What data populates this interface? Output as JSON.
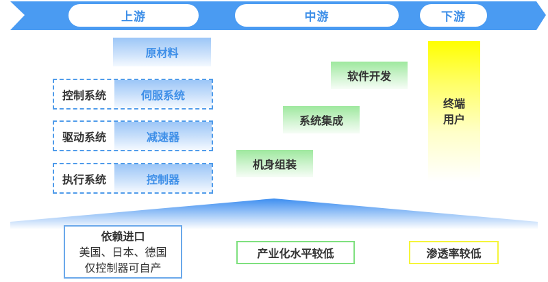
{
  "colors": {
    "ribbon_blue": "#4a9bf2",
    "stage_text_blue": "#3e8fe8",
    "upstream_border": "#4f9bea",
    "midstream_green": "#9ee89e",
    "downstream_yellow": "#ffff00",
    "text_dark": "#333333"
  },
  "stages": [
    {
      "label": "上游"
    },
    {
      "label": "中游"
    },
    {
      "label": "下游"
    }
  ],
  "upstream": {
    "raw_material": "原材料",
    "systems": [
      {
        "label": "控制系统",
        "component": "伺服系统"
      },
      {
        "label": "驱动系统",
        "component": "减速器"
      },
      {
        "label": "执行系统",
        "component": "控制器"
      }
    ]
  },
  "midstream": {
    "steps": [
      {
        "label": "软件开发"
      },
      {
        "label": "系统集成"
      },
      {
        "label": "机身组装"
      }
    ]
  },
  "downstream": {
    "line1": "终端",
    "line2": "用户"
  },
  "summary": {
    "upstream": {
      "title": "依赖进口",
      "line1": "美国、日本、德国",
      "line2": "仅控制器可自产"
    },
    "midstream": "产业化水平较低",
    "downstream": "渗透率较低"
  }
}
